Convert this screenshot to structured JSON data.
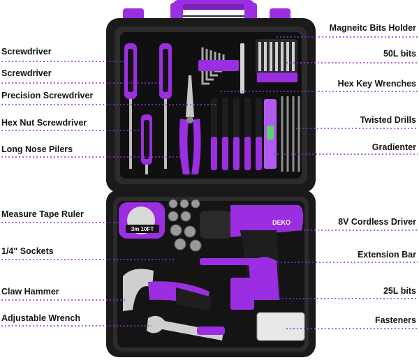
{
  "accent_color": "#9b2ee0",
  "left_labels": [
    "Screwdriver",
    "Screwdriver",
    "Precision Screwdriver",
    "Hex Nut Screwdriver",
    "Long Nose Pilers",
    "Measure Tape Ruler",
    "1/4\" Sockets",
    "Claw Hammer",
    "Adjustable Wrench"
  ],
  "right_labels": [
    "Magneitc Bits Holder",
    "50L bits",
    "Hex Key Wrenches",
    "Twisted Drills",
    "Gradienter",
    "8V Cordless Driver",
    "Extension Bar",
    "25L bits",
    "Fasteners"
  ],
  "tape_marking": "3m 10FT",
  "drill_brand": "DEKO"
}
